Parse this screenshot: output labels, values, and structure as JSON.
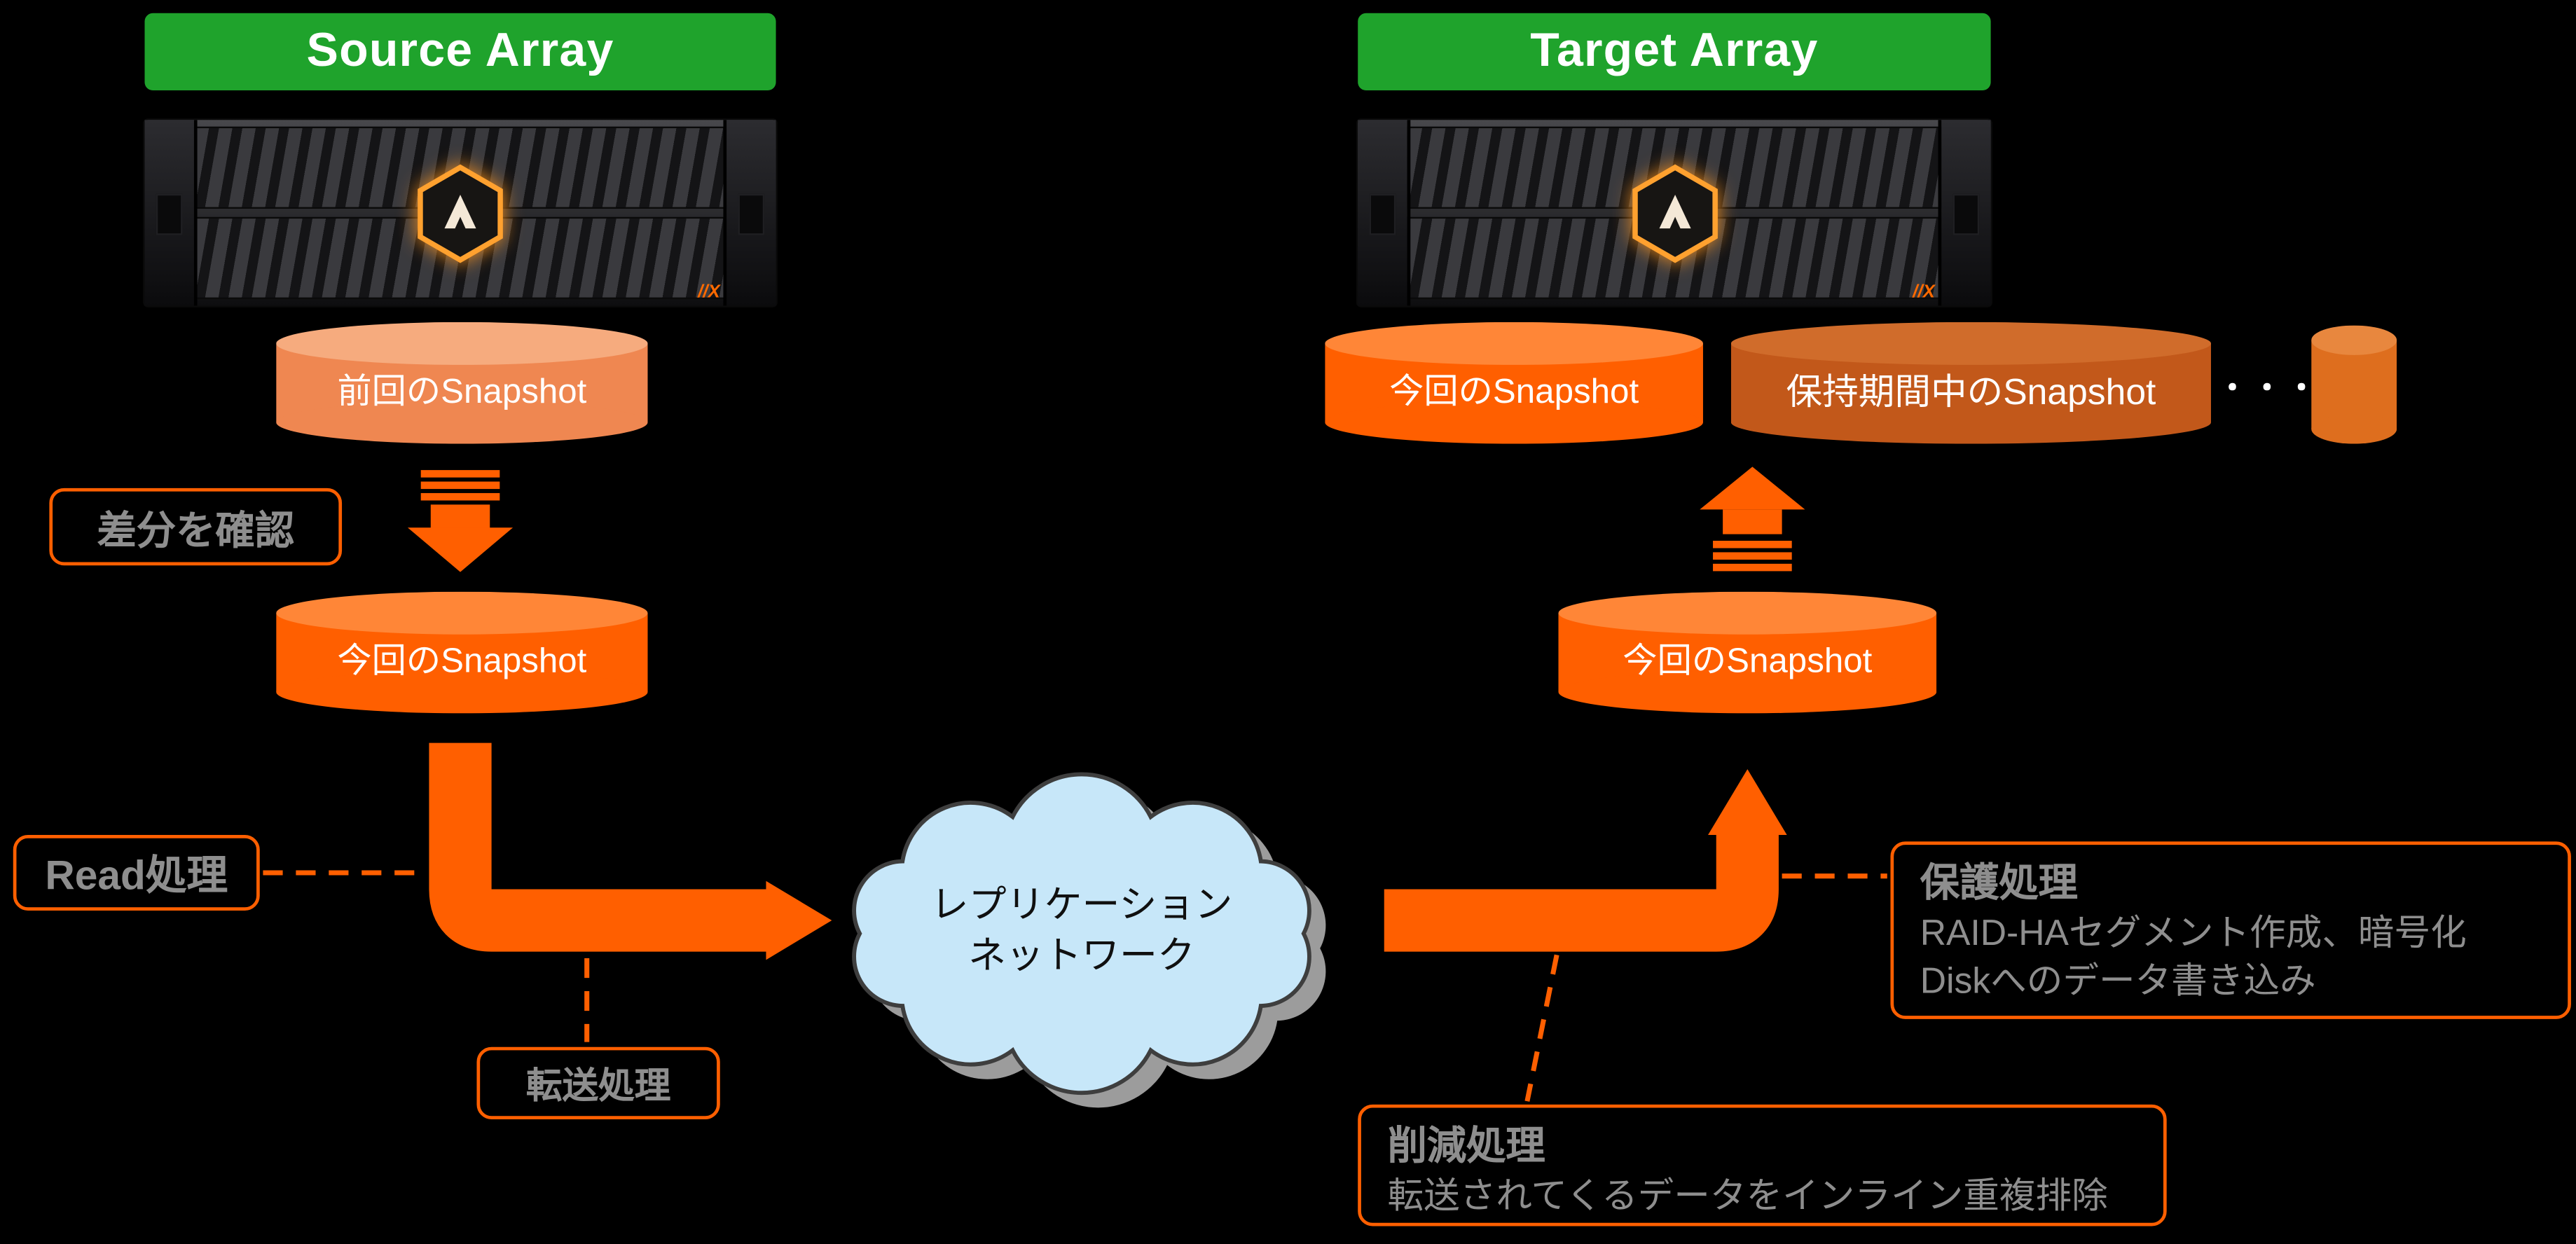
{
  "colors": {
    "background": "#000000",
    "green": "#1FA32C",
    "orange": "#FF5F00",
    "orange_soft": "#EF8751",
    "orange_soft_top": "#F6AB7E",
    "orange_bright_top": "#FF8637",
    "orange_deep": "#C2581A",
    "orange_deep_top": "#D06C2B",
    "orange_small": "#DE6E1E",
    "orange_small_top": "#E8873E",
    "cloud_fill": "#C7E7F9",
    "cloud_stroke": "#3E3E3E",
    "cloud_shadow": "#9C9C9C",
    "text_gray": "#8E8E8E",
    "logo_glow": "#FFA12F",
    "white": "#FFFFFF"
  },
  "source": {
    "title": "Source Array",
    "prev_snapshot": "前回のSnapshot",
    "current_snapshot": "今回のSnapshot",
    "diff_check": "差分を確認",
    "read_process": "Read処理",
    "transfer_process": "転送処理"
  },
  "cloud": {
    "line1": "レプリケーション",
    "line2": "ネットワーク"
  },
  "target": {
    "title": "Target Array",
    "current_snapshot_top": "今回のSnapshot",
    "retained_snapshot": "保持期間中のSnapshot",
    "ellipsis": "・・・",
    "current_snapshot": "今回のSnapshot",
    "protection": {
      "title": "保護処理",
      "line1": "RAID-HAセグメント作成、暗号化",
      "line2": "Diskへのデータ書き込み"
    },
    "reduction": {
      "title": "削減処理",
      "line1": "転送されてくるデータをインライン重複排除"
    }
  },
  "device_badge": "//X"
}
